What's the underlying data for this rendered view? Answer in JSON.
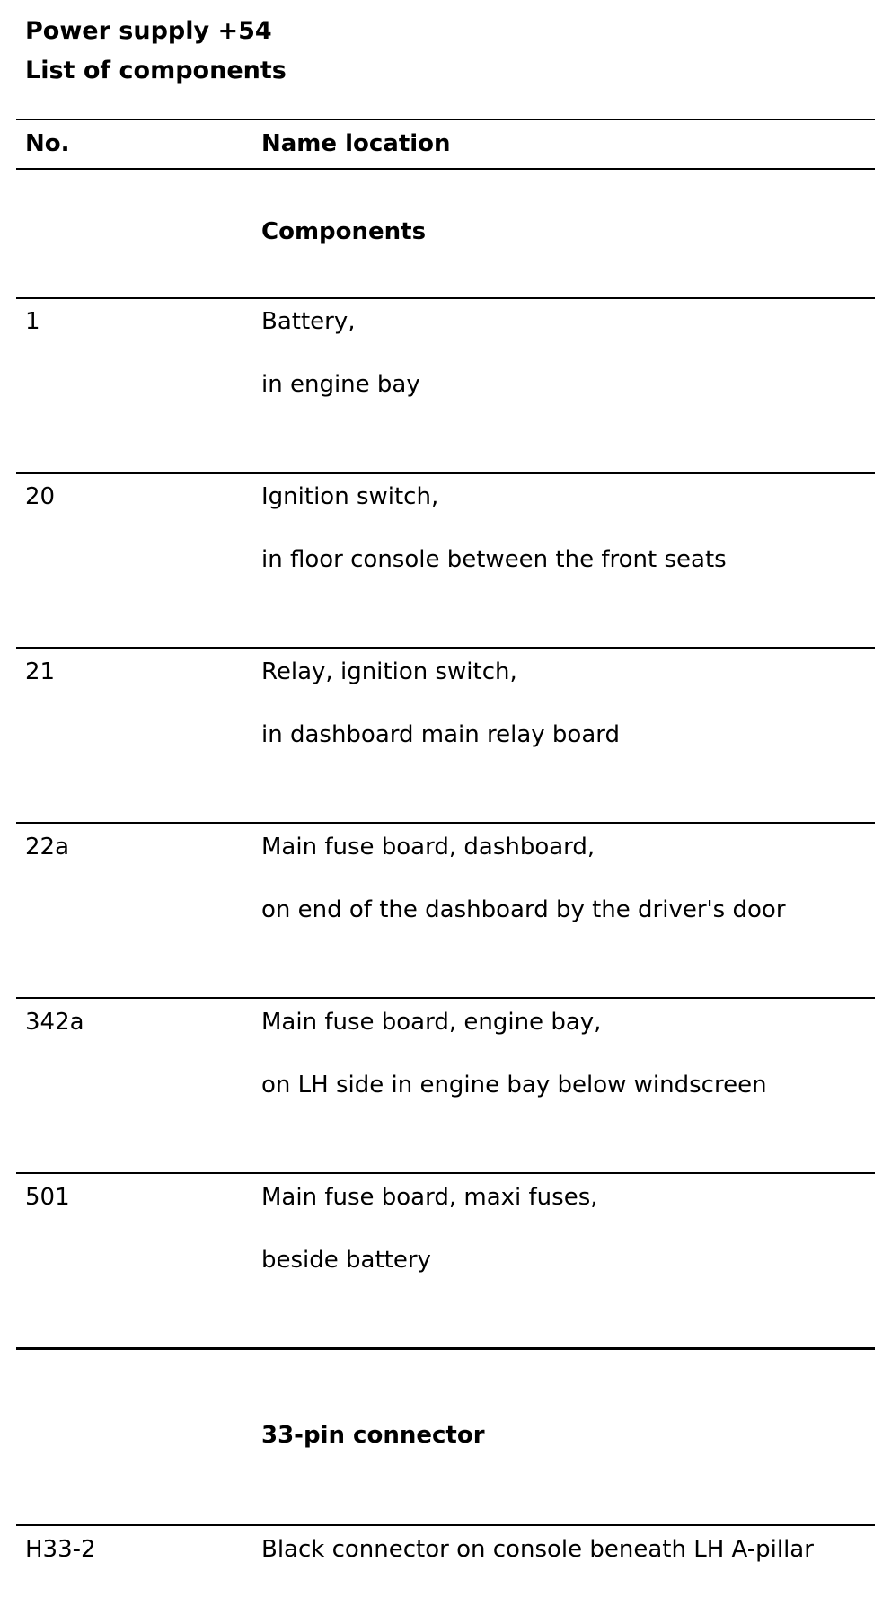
{
  "document": {
    "title": "Power supply +54",
    "subtitle": "List of components"
  },
  "table": {
    "headers": {
      "no": "No.",
      "name_location": "Name location"
    },
    "sections": [
      {
        "heading": "Components",
        "rows": [
          {
            "no": "1",
            "name": "Battery,",
            "location": "in engine bay"
          },
          {
            "no": "20",
            "name": "Ignition switch,",
            "location": "in floor console between the front seats"
          },
          {
            "no": "21",
            "name": "Relay, ignition switch,",
            "location": "in dashboard main relay board"
          },
          {
            "no": "22a",
            "name": "Main fuse board, dashboard,",
            "location": "on end of the dashboard by the driver's door"
          },
          {
            "no": "342a",
            "name": "Main fuse board, engine bay,",
            "location": "on LH side in engine bay below windscreen"
          },
          {
            "no": "501",
            "name": "Main fuse board, maxi fuses,",
            "location": "beside battery"
          }
        ]
      },
      {
        "heading": "33-pin connector",
        "rows": [
          {
            "no": "H33-2",
            "name": "Black connector on console beneath LH A-pillar"
          }
        ]
      }
    ]
  }
}
